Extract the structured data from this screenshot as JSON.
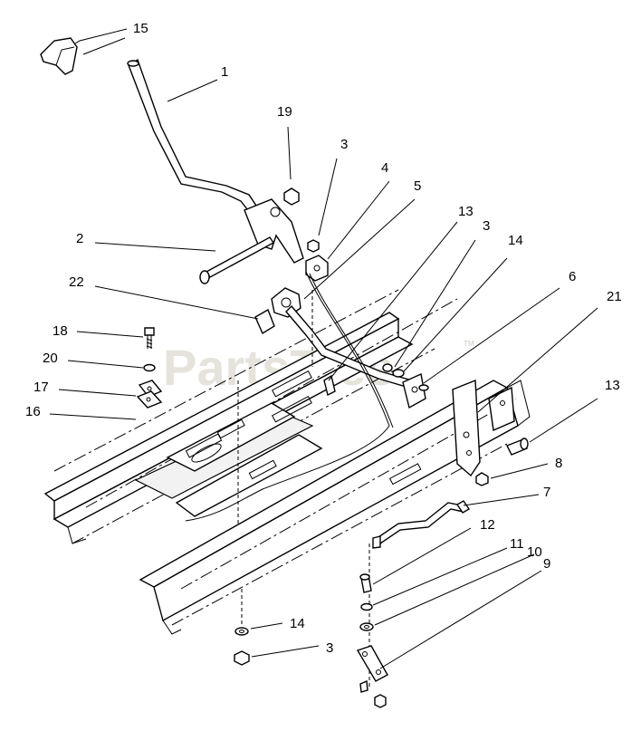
{
  "watermark": {
    "text": "PartsTree",
    "tm": "TM"
  },
  "callouts": [
    {
      "id": "c15",
      "text": "15"
    },
    {
      "id": "c1",
      "text": "1"
    },
    {
      "id": "c19",
      "text": "19"
    },
    {
      "id": "c3a",
      "text": "3"
    },
    {
      "id": "c4",
      "text": "4"
    },
    {
      "id": "c5",
      "text": "5"
    },
    {
      "id": "c13a",
      "text": "13"
    },
    {
      "id": "c3b",
      "text": "3"
    },
    {
      "id": "c14a",
      "text": "14"
    },
    {
      "id": "c2",
      "text": "2"
    },
    {
      "id": "c22",
      "text": "22"
    },
    {
      "id": "c6",
      "text": "6"
    },
    {
      "id": "c21",
      "text": "21"
    },
    {
      "id": "c18",
      "text": "18"
    },
    {
      "id": "c20",
      "text": "20"
    },
    {
      "id": "c17",
      "text": "17"
    },
    {
      "id": "c16",
      "text": "16"
    },
    {
      "id": "c13b",
      "text": "13"
    },
    {
      "id": "c8",
      "text": "8"
    },
    {
      "id": "c7",
      "text": "7"
    },
    {
      "id": "c12",
      "text": "12"
    },
    {
      "id": "c11",
      "text": "11"
    },
    {
      "id": "c10",
      "text": "10"
    },
    {
      "id": "c9",
      "text": "9"
    },
    {
      "id": "c14b",
      "text": "14"
    },
    {
      "id": "c3c",
      "text": "3"
    }
  ]
}
